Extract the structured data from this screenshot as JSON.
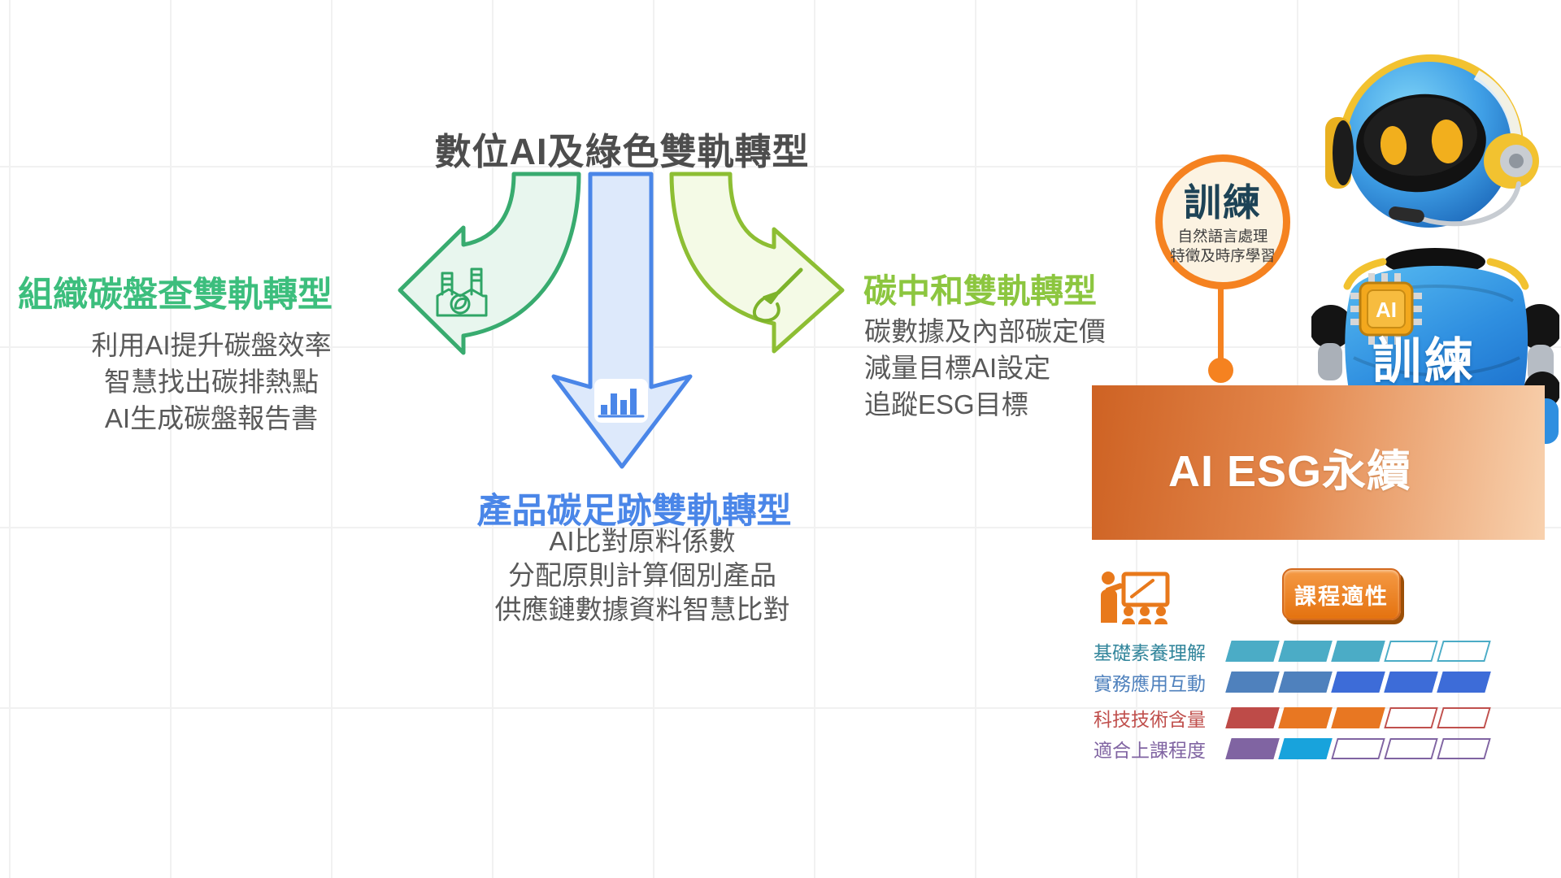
{
  "diagram": {
    "title": "數位AI及綠色雙軌轉型",
    "title_color": "#4d4d4d",
    "branches": [
      {
        "id": "organization",
        "title": "組織碳盤查雙軌轉型",
        "title_color": "#3cbe7d",
        "arrow_color": "#38ab6f",
        "arrow_fill": "#e8f6ee",
        "icon": "factory-leaf-icon",
        "lines": [
          "利用AI提升碳盤效率",
          "智慧找出碳排熱點",
          "AI生成碳盤報告書"
        ]
      },
      {
        "id": "product",
        "title": "產品碳足跡雙軌轉型",
        "title_color": "#4a86e8",
        "arrow_color": "#4a86e8",
        "arrow_fill": "#dde9fb",
        "icon": "bar-chart-icon",
        "lines": [
          "AI比對原料係數",
          "分配原則計算個別產品",
          "供應鏈數據資料智慧比對"
        ]
      },
      {
        "id": "carbon-neutral",
        "title": "碳中和雙軌轉型",
        "title_color": "#8cc63f",
        "arrow_color": "#8dbe33",
        "arrow_fill": "#f4fae6",
        "icon": "paintbrush-icon",
        "lines": [
          "碳數據及內部碳定價",
          "減量目標AI設定",
          "追蹤ESG目標"
        ]
      }
    ]
  },
  "training_badge": {
    "title": "訓練",
    "subtitle_line1": "自然語言處理",
    "subtitle_line2": "特徵及時序學習",
    "border_color": "#f58220",
    "fill_color": "#fcf3e2",
    "title_color": "#1d4356"
  },
  "banner": {
    "label": "AI ESG永續",
    "gradient_left": "#ce6223",
    "gradient_right": "#f8d1ae"
  },
  "robot": {
    "torso_label": "訓練",
    "chip_label": "AI"
  },
  "course_fit": {
    "button_label": "課程適性",
    "button_color": "#e4720f",
    "teacher_icon": "presenter-audience-icon",
    "rows": [
      {
        "label": "基礎素養理解",
        "label_color": "#31859b",
        "outline": "#4bacc6",
        "filled": 3,
        "total": 5,
        "segments": [
          "#4bacc6",
          "#4bacc6",
          "#4bacc6",
          null,
          null
        ]
      },
      {
        "label": "實務應用互動",
        "label_color": "#4f81bd",
        "outline": "#4f81bd",
        "filled": 5,
        "total": 5,
        "segments": [
          "#4f81bd",
          "#4f81bd",
          "#3d6cd8",
          "#3d6cd8",
          "#3d6cd8"
        ]
      },
      {
        "label": "科技技術含量",
        "label_color": "#c0504d",
        "outline": "#c0504d",
        "filled": 3,
        "total": 5,
        "segments": [
          "#be4b48",
          "#e87722",
          "#e87722",
          null,
          null
        ]
      },
      {
        "label": "適合上課程度",
        "label_color": "#8064a2",
        "outline": "#8064a2",
        "filled": 2,
        "total": 5,
        "segments": [
          "#8064a2",
          "#18a3dc",
          null,
          null,
          null
        ]
      }
    ]
  }
}
